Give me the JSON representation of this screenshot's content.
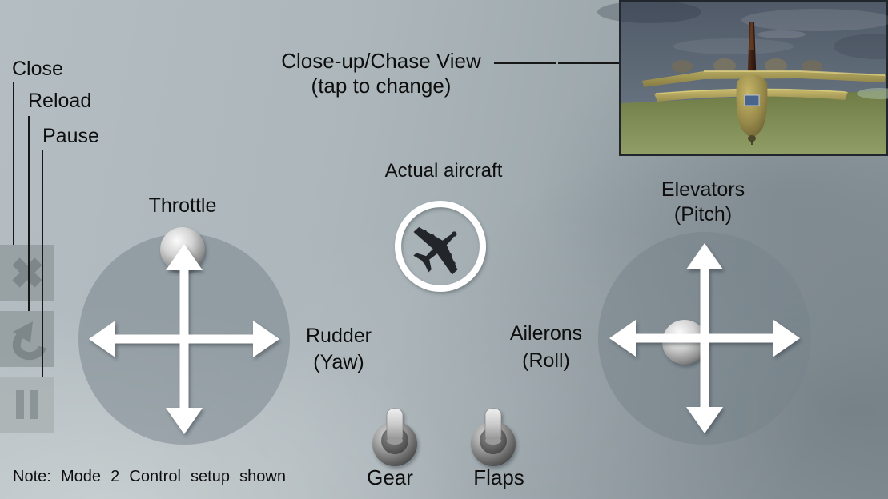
{
  "hud": {
    "close_label": "Close",
    "reload_label": "Reload",
    "pause_label": "Pause"
  },
  "chase_view": {
    "label_line1": "Close-up/Chase View",
    "label_line2": "(tap to change)"
  },
  "center_marker": {
    "actual_aircraft_label": "Actual aircraft"
  },
  "left_stick": {
    "throttle_label": "Throttle",
    "rudder_line1": "Rudder",
    "rudder_line2": "(Yaw)"
  },
  "right_stick": {
    "elevators_line1": "Elevators",
    "elevators_line2": "(Pitch)",
    "ailerons_line1": "Ailerons",
    "ailerons_line2": "(Roll)"
  },
  "switches": {
    "gear_label": "Gear",
    "flaps_label": "Flaps"
  },
  "note": {
    "text": "Note: Mode 2 Control setup shown"
  },
  "icons": {
    "close": "close-x-icon",
    "reload": "undo-arrow-icon",
    "pause": "pause-bars-icon",
    "joystick_arrows": "four-way-arrows-icon",
    "aircraft_marker": "aircraft-silhouette-icon"
  },
  "colors": {
    "annotation_text": "#0e0e0e",
    "annotation_line": "#171717",
    "sky_light": "#b4bec2",
    "sky_dark": "#8f9aa0",
    "viewport_sky": "#5c6673",
    "viewport_ground": "#7f8d52",
    "aircraft_khaki": "#ab9d5c",
    "control_white": "#ffffff",
    "button_gray": "#949d9f"
  }
}
